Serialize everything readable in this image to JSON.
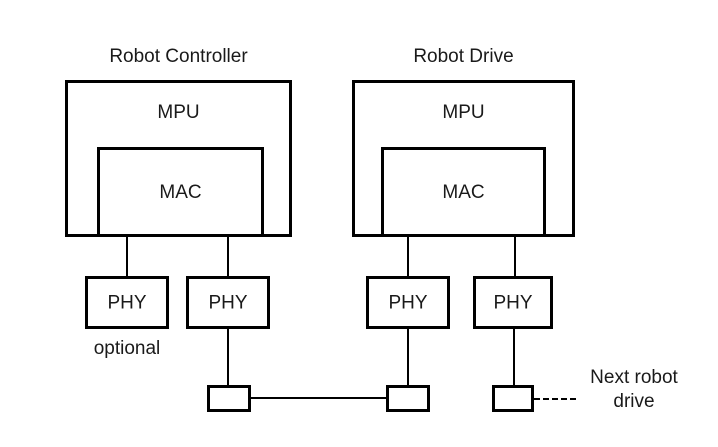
{
  "diagram": {
    "title_controller": "Robot Controller",
    "title_drive": "Robot Drive",
    "blocks": {
      "mpu_left": "MPU",
      "mac_left": "MAC",
      "mpu_right": "MPU",
      "mac_right": "MAC"
    },
    "phys": [
      {
        "label": "PHY",
        "note": "optional"
      },
      {
        "label": "PHY"
      },
      {
        "label": "PHY"
      },
      {
        "label": "PHY"
      }
    ],
    "annotations": {
      "optional": "optional",
      "next_robot_drive_line1": "Next robot",
      "next_robot_drive_line2": "drive"
    },
    "colors": {
      "stroke": "#000000",
      "text": "#1a1a1a",
      "background": "#ffffff"
    }
  }
}
